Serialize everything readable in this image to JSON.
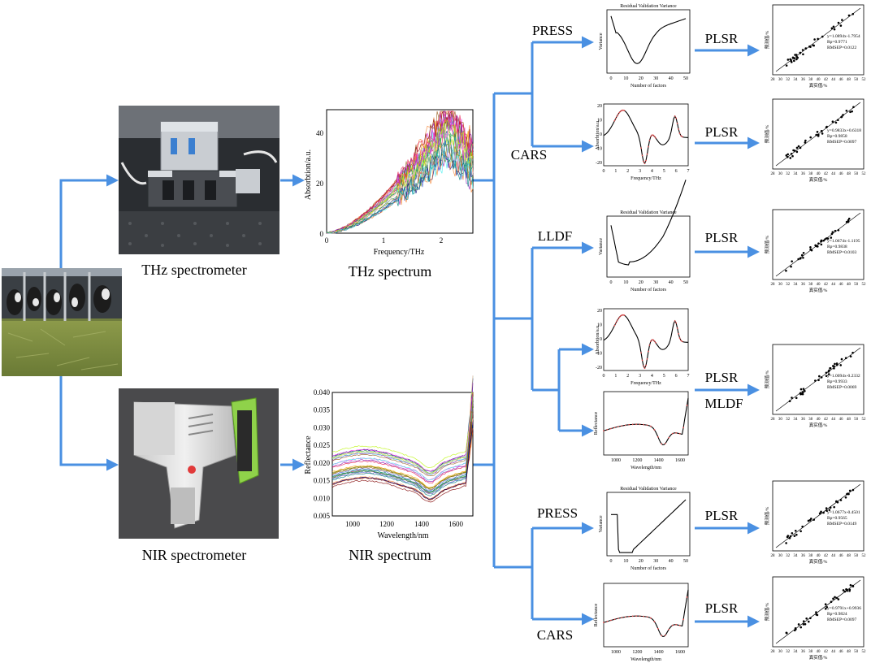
{
  "labels": {
    "thz_spectrometer": "THz spectrometer",
    "thz_spectrum": "THz spectrum",
    "nir_spectrometer": "NIR spectrometer",
    "nir_spectrum": "NIR spectrum",
    "press_1": "PRESS",
    "cars_1": "CARS",
    "lldf": "LLDF",
    "mldf": "MLDF",
    "press_2": "PRESS",
    "cars_2": "CARS",
    "plsr": "PLSR"
  },
  "thz_chart": {
    "ylabel": "Absorbtion/a.u.",
    "xlabel": "Frequency/THz",
    "yticks": [
      "0",
      "20",
      "40"
    ],
    "xticks": [
      "0",
      "1",
      "2"
    ]
  },
  "nir_chart": {
    "ylabel": "Reflectance",
    "xlabel": "Wavelength/nm",
    "yticks": [
      "0.005",
      "0.010",
      "0.015",
      "0.020",
      "0.025",
      "0.030",
      "0.035",
      "0.040"
    ],
    "xticks": [
      "1000",
      "1200",
      "1400",
      "1600"
    ]
  },
  "variance_chart": {
    "title": "Residual Validation Variance",
    "ylabel": "Variance",
    "xlabel": "Number of factors",
    "xticks": [
      "0",
      "10",
      "20",
      "30",
      "40",
      "50"
    ]
  },
  "thz_selected_chart": {
    "ylabel": "Absorbtion/a.u.",
    "xlabel": "Frequency/THz",
    "xticks": [
      "0",
      "1",
      "2",
      "3",
      "4",
      "5",
      "6",
      "7"
    ],
    "yticks": [
      "20",
      "10",
      "0",
      "-10",
      "-20"
    ]
  },
  "nir_selected_chart": {
    "ylabel": "Reflectance",
    "xlabel": "Wavelength/nm",
    "xticks": [
      "1000",
      "1200",
      "1400",
      "1600"
    ]
  },
  "scatter_plots": [
    {
      "eq": "y=1.0894x-1.7954",
      "rp": "Rp=0.9771",
      "rmsep": "RMSEP=0.0122"
    },
    {
      "eq": "y=0.9833x+0.6318",
      "rp": "Rp=0.9858",
      "rmsep": "RMSEP=0.0097"
    },
    {
      "eq": "y=1.0674x-1.1195",
      "rp": "Rp=0.9838",
      "rmsep": "RMSEP=0.0103"
    },
    {
      "eq": "y=1.0094x-0.2332",
      "rp": "Rp=0.9933",
      "rmsep": "RMSEP=0.0069"
    },
    {
      "eq": "y=1.0677x-0.4501",
      "rp": "Rp=0.9565",
      "rmsep": "RMSEP=0.0149"
    },
    {
      "eq": "y=0.9791x+0.9936",
      "rp": "Rp=0.9824",
      "rmsep": "RMSEP=0.0097"
    }
  ],
  "scatter_axes": {
    "ylabel": "预测值/%",
    "xlabel": "真实值/%",
    "xticks": [
      "28",
      "30",
      "32",
      "34",
      "36",
      "38",
      "40",
      "42",
      "44",
      "46",
      "48",
      "50",
      "52"
    ]
  },
  "colors": {
    "arrow": "#4a90e2",
    "line": "#000000",
    "highlight": "#e05050"
  }
}
